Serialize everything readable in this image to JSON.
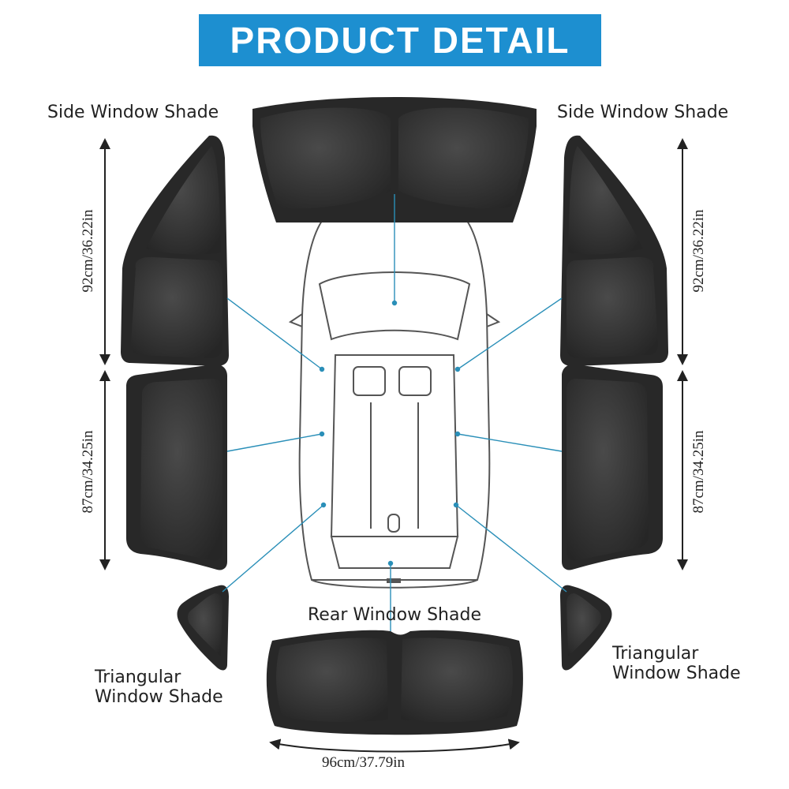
{
  "banner": {
    "title": "PRODUCT DETAIL"
  },
  "labels": {
    "side_left": "Side Window Shade",
    "side_right": "Side Window Shade",
    "rear": "Rear Window Shade",
    "tri_left_1": "Triangular",
    "tri_left_2": "Window Shade",
    "tri_right_1": "Triangular",
    "tri_right_2": "Window Shade"
  },
  "dimensions": {
    "front_side": "92cm/36.22in",
    "rear_side": "87cm/34.25in",
    "rear_width": "96cm/37.79in"
  },
  "colors": {
    "banner": "#1d8fd0",
    "shade": "#2f2f2f",
    "leader": "#2a8fb8",
    "car_outline": "#555555"
  }
}
